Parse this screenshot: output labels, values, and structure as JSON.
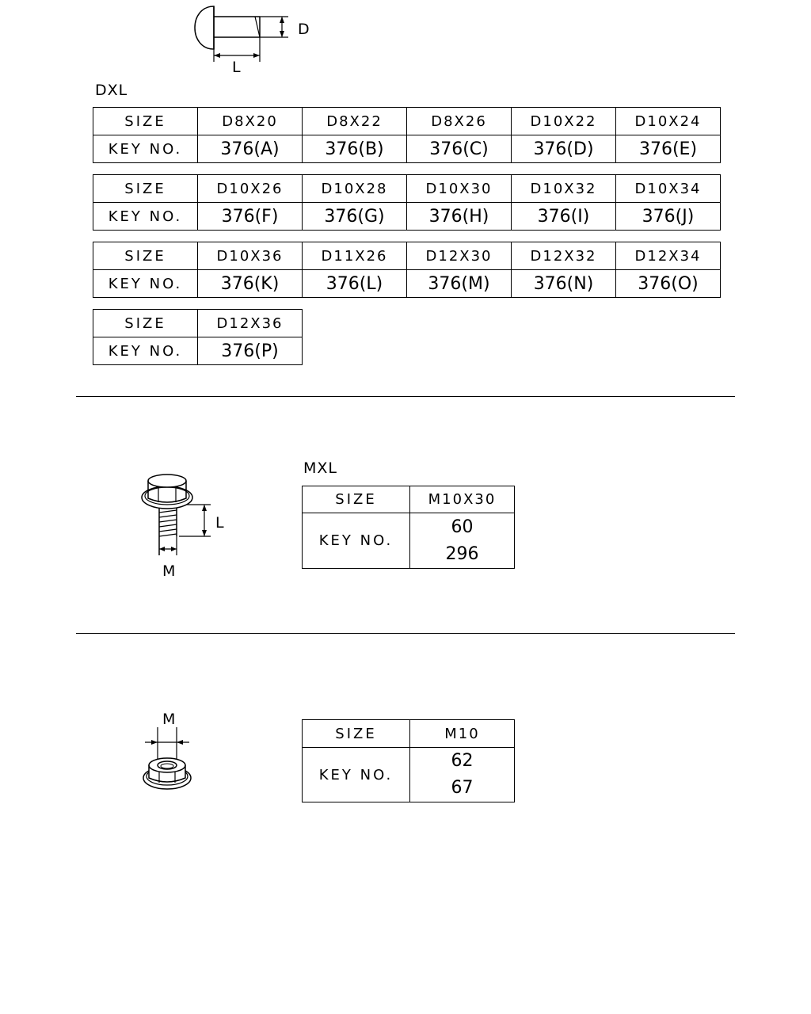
{
  "sections": {
    "rivet": {
      "figure": {
        "dim_d": "D",
        "dim_l": "L"
      },
      "caption": "DXL",
      "size_header": "SIZE",
      "key_header": "KEY NO.",
      "rows": [
        {
          "sizes": [
            "D8X20",
            "D8X22",
            "D8X26",
            "D10X22",
            "D10X24"
          ],
          "keys": [
            "376(A)",
            "376(B)",
            "376(C)",
            "376(D)",
            "376(E)"
          ]
        },
        {
          "sizes": [
            "D10X26",
            "D10X28",
            "D10X30",
            "D10X32",
            "D10X34"
          ],
          "keys": [
            "376(F)",
            "376(G)",
            "376(H)",
            "376(I)",
            "376(J)"
          ]
        },
        {
          "sizes": [
            "D10X36",
            "D11X26",
            "D12X30",
            "D12X32",
            "D12X34"
          ],
          "keys": [
            "376(K)",
            "376(L)",
            "376(M)",
            "376(N)",
            "376(O)"
          ]
        },
        {
          "sizes": [
            "D12X36"
          ],
          "keys": [
            "376(P)"
          ]
        }
      ]
    },
    "bolt": {
      "figure": {
        "dim_l": "L",
        "dim_m": "M"
      },
      "caption": "MXL",
      "size_header": "SIZE",
      "key_header": "KEY NO.",
      "size": "M10X30",
      "keys": [
        "60",
        "296"
      ]
    },
    "nut": {
      "figure": {
        "dim_m": "M"
      },
      "size_header": "SIZE",
      "key_header": "KEY NO.",
      "size": "M10",
      "keys": [
        "62",
        "67"
      ]
    }
  }
}
